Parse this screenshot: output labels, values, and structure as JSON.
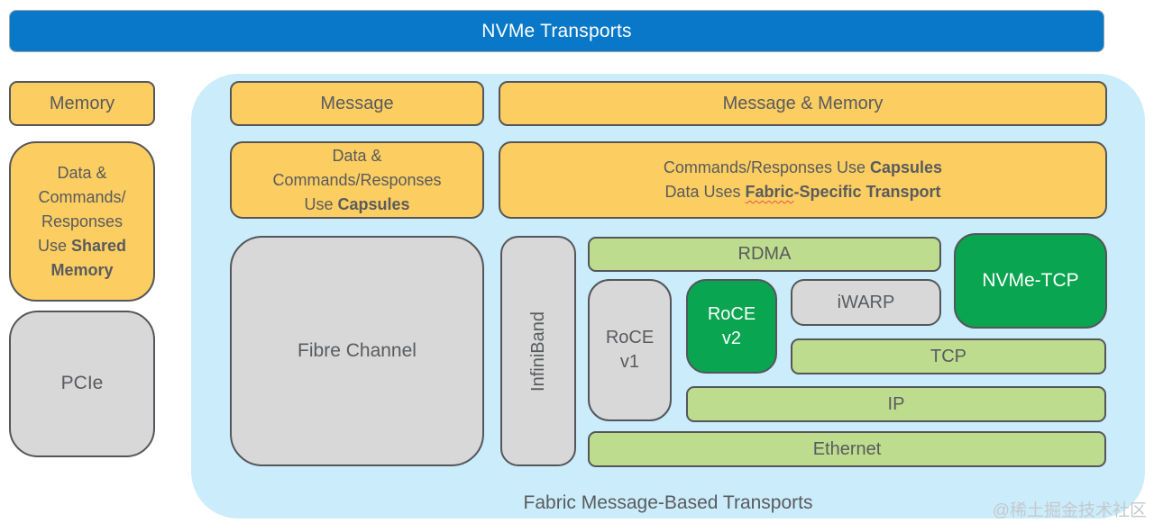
{
  "colors": {
    "banner_blue": "#0978c8",
    "yellow": "#fccd61",
    "light_green": "#bedc8e",
    "green": "#09a551",
    "gray_box": "#d8d8d8",
    "light_blue_panel": "#cbecfb",
    "box_border": "#54565a",
    "text_dark": "#595b5e",
    "spellcheck_red": "#e8534a",
    "watermark_gray": "#c4c9cd"
  },
  "banner": {
    "title": "NVMe Transports"
  },
  "pcie_side": {
    "memory_label": "Memory",
    "shared_box": {
      "line1": "Data &",
      "line2": "Commands/",
      "line3": "Responses",
      "line4_regular": "Use ",
      "line4_bold": "Shared",
      "line5_bold": "Memory"
    },
    "pcie_label": "PCIe"
  },
  "fabric_panel": {
    "caption": "Fabric Message-Based Transports",
    "message_label": "Message",
    "message_memory_label": "Message & Memory",
    "capsules_box": {
      "line1": "Data &",
      "line2": "Commands/Responses",
      "line3_regular": "Use ",
      "line3_bold": "Capsules"
    },
    "fabric_capsules_box": {
      "line1_regular": "Commands/Responses Use ",
      "line1_bold": "Capsules",
      "line2_regular": "Data Uses ",
      "line2_bold_underlined": "Fabric",
      "line2_bold": "-Specific Transport"
    },
    "fibre_channel_label": "Fibre Channel",
    "infiniband_label": "InfiniBand",
    "rdma_label": "RDMA",
    "nvme_tcp_label": "NVMe-TCP",
    "roce_v1": {
      "line1": "RoCE",
      "line2": "v1"
    },
    "roce_v2": {
      "line1": "RoCE",
      "line2": "v2"
    },
    "iwarp_label": "iWARP",
    "tcp_label": "TCP",
    "ip_label": "IP",
    "ethernet_label": "Ethernet"
  },
  "watermark": "@稀土掘金技术社区"
}
